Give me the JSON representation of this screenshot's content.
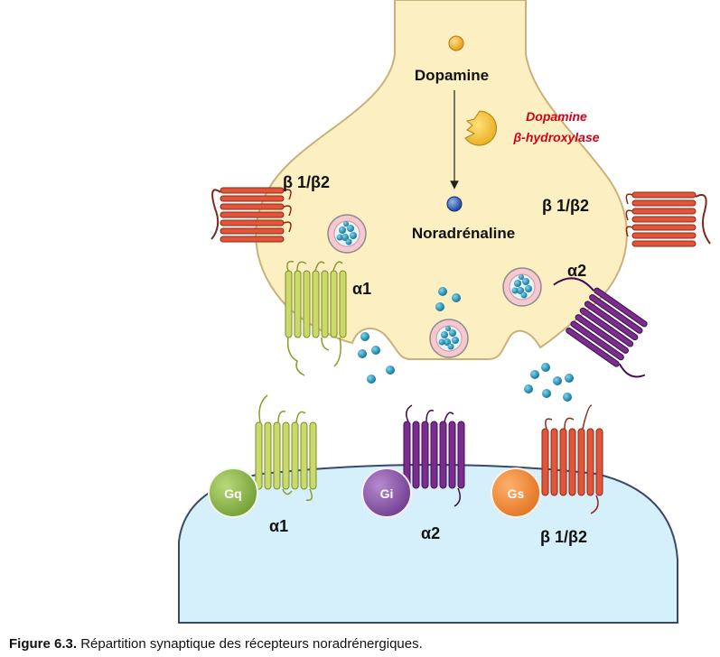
{
  "labels": {
    "dopamine": "Dopamine",
    "enzyme_line1": "Dopamine",
    "enzyme_line2": "β-hydroxylase",
    "noradrenaline": "Noradrénaline",
    "beta_left": "β 1/β2",
    "beta_right": "β 1/β2",
    "alpha1_pre": "α1",
    "alpha2_pre": "α2",
    "alpha1_post": "α1",
    "alpha2_post": "α2",
    "beta_post": "β 1/β2"
  },
  "g_proteins": {
    "gq": "Gq",
    "gi": "Gi",
    "gs": "Gs"
  },
  "caption": {
    "number": "Figure 6.3.",
    "text": " Répartition synaptique des récepteurs noradrénergiques."
  },
  "colors": {
    "terminal_fill": "#fcefc2",
    "terminal_stroke": "#c9b27a",
    "postsynaptic_fill": "#d6f0fb",
    "postsynaptic_stroke": "#3a4a66",
    "alpha1_receptor": "#c9d96a",
    "alpha2_receptor": "#7b2d8e",
    "beta_receptor": "#e2553a",
    "molecule": "#1e8fb5",
    "gq": "#8db347",
    "gi": "#8a52a8",
    "gs": "#f08a3c",
    "enzyme": "#f5c33b",
    "enzyme_label": "#d0021b"
  }
}
